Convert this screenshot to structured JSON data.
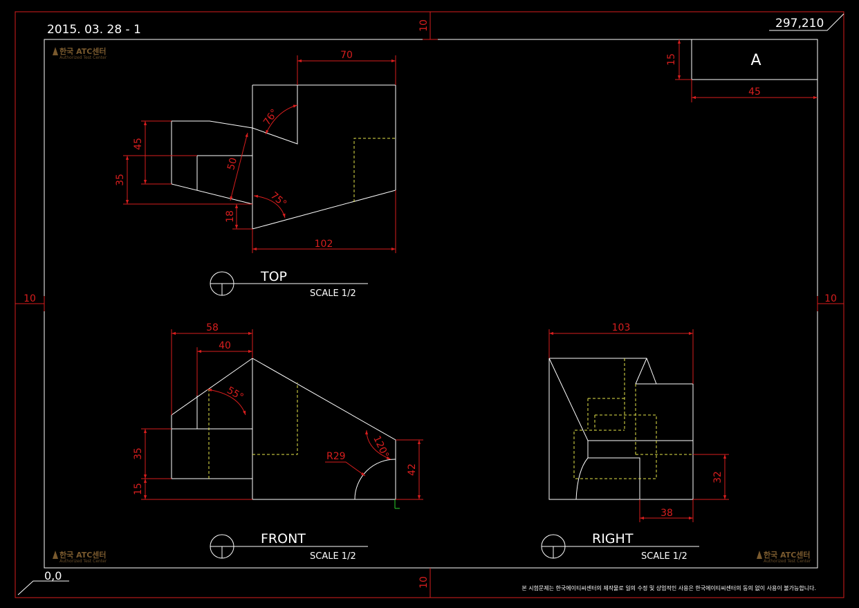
{
  "sheet": {
    "date_label": "2015. 03. 28 - 1",
    "size_label": "297,210",
    "origin_label": "0,0",
    "margin_top": "10",
    "margin_bottom": "10",
    "margin_left": "10",
    "margin_right": "10",
    "footer_note": "본 시험문제는 한국에이티씨센터의 제작물로 일의 수정 및 상업적인 사용은 한국에이티씨센터의 동의 없이 사용이 불가능합니다."
  },
  "title_box": {
    "letter": "A",
    "height_dim": "15",
    "width_dim": "45"
  },
  "logo": {
    "text": "한국 ATC센터",
    "sub": "Authorized Test Center"
  },
  "views": {
    "top": {
      "label": "TOP",
      "scale": "SCALE 1/2"
    },
    "front": {
      "label": "FRONT",
      "scale": "SCALE 1/2"
    },
    "right": {
      "label": "RIGHT",
      "scale": "SCALE 1/2"
    }
  },
  "dims": {
    "top": {
      "d70": "70",
      "d45": "45",
      "d35": "35",
      "d50": "50",
      "d18": "18",
      "d102": "102",
      "a76": "76°",
      "a75": "75°"
    },
    "front": {
      "d58": "58",
      "d40": "40",
      "d35": "35",
      "d15": "15",
      "d42": "42",
      "r29": "R29",
      "a55": "55°",
      "a120": "120°"
    },
    "right": {
      "d103": "103",
      "d32": "32",
      "d38": "38"
    }
  },
  "colors": {
    "line": "#ffffff",
    "dimension": "#d81e1e",
    "hidden": "#e6e64a",
    "background": "#000000"
  }
}
